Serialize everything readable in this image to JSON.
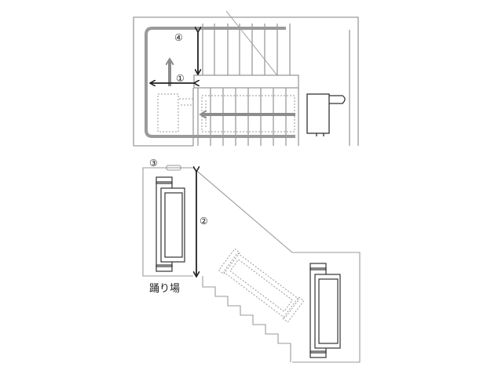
{
  "labels": {
    "marker_1": "①",
    "marker_2": "②",
    "marker_3": "③",
    "marker_4": "④",
    "landing": "踊り場"
  },
  "colors": {
    "line": "#9a9a9a",
    "dark": "#222222",
    "grey_arrow": "#8c8c8c",
    "dotted": "#9a9a9a"
  }
}
